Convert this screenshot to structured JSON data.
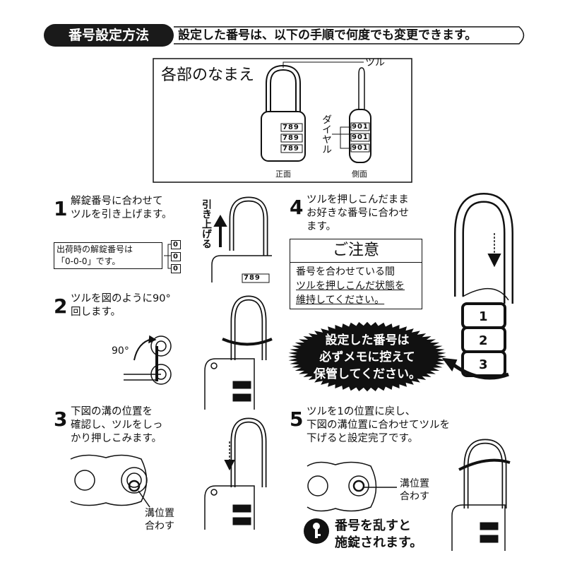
{
  "header": {
    "title": "番号設定方法",
    "subtitle": "設定した番号は、以下の手順で何度でも変更できます。"
  },
  "parts": {
    "title": "各部のなまえ",
    "shackle_label": "ツル",
    "dial_label": "ダイヤル",
    "front_label": "正面",
    "side_label": "側面",
    "front_dials": [
      "789",
      "789",
      "789"
    ],
    "side_dials": [
      "901",
      "901",
      "901"
    ]
  },
  "steps": [
    {
      "number": "1",
      "lines": [
        "解錠番号に合わせて",
        "ツルを引き上げます。"
      ]
    },
    {
      "number": "2",
      "lines": [
        "ツルを図のように90°",
        "回します。"
      ]
    },
    {
      "number": "3",
      "lines": [
        "下図の溝の位置を",
        "確認し、ツルをしっ",
        "かり押しこみます。"
      ]
    },
    {
      "number": "4",
      "lines": [
        "ツルを押しこんだまま",
        "お好きな番号に合わせ",
        "ます。"
      ]
    },
    {
      "number": "5",
      "lines": [
        "ツルを1の位置に戻し、",
        "下図の溝位置に合わせてツルを",
        "下げると設定完了です。"
      ]
    }
  ],
  "step1": {
    "note_lines": [
      "出荷時の解錠番号は",
      "「0-0-0」です。"
    ],
    "default_dials": [
      "0",
      "0",
      "0"
    ],
    "pull_up_label": "引き上げる",
    "dial_value": "789"
  },
  "step2": {
    "angle_label": "90°"
  },
  "step3": {
    "groove_label": [
      "溝位置",
      "合わす"
    ]
  },
  "step4": {
    "caution_title": "ご注意",
    "caution_lines": [
      "番号を合わせている間",
      "ツルを押しこんだ状態を",
      "維持してください。"
    ],
    "dial_numbers": [
      "1",
      "2",
      "3"
    ]
  },
  "memo_burst": [
    "設定した番号は",
    "必ずメモに控えて",
    "保管してください。"
  ],
  "step5": {
    "groove_label": [
      "溝位置",
      "合わす"
    ],
    "warning_icon": "key-icon",
    "warning_lines": [
      "番号を乱すと",
      "施錠されます。"
    ]
  }
}
